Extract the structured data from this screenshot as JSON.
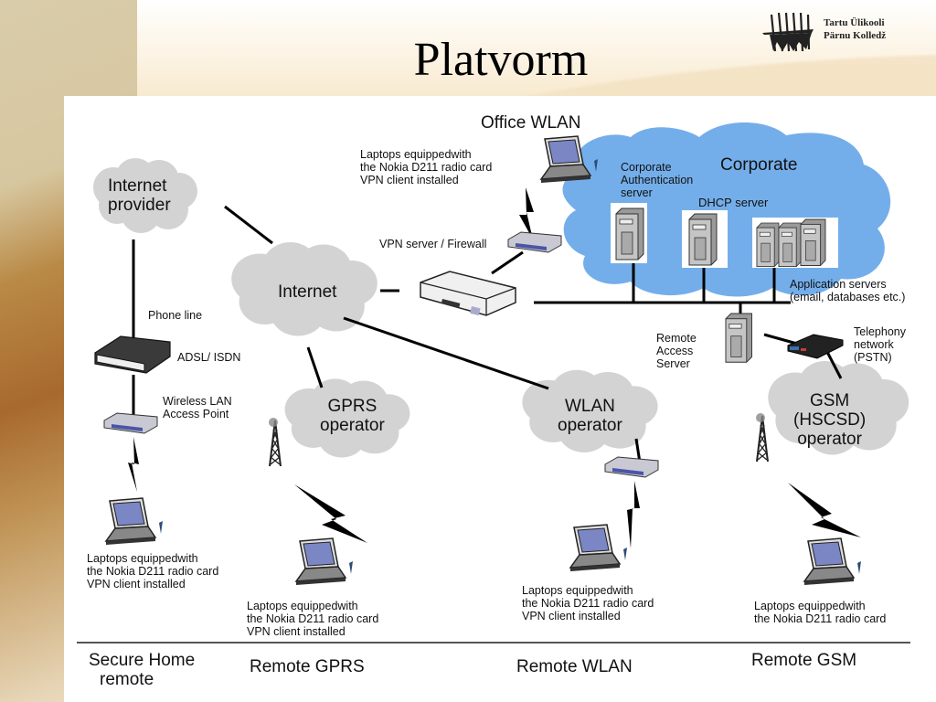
{
  "slide": {
    "title": "Platvorm",
    "logo": {
      "line1": "Tartu Ülikooli",
      "line2": "Pärnu Kolledž",
      "icon": "university-logo-icon"
    }
  },
  "diagram": {
    "clouds": {
      "internet_provider": [
        "Internet",
        "provider"
      ],
      "internet": "Internet",
      "gprs": [
        "GPRS",
        "operator"
      ],
      "wlan": [
        "WLAN",
        "operator"
      ],
      "gsm": [
        "GSM",
        "(HSCSD)",
        "operator"
      ],
      "corporate": "Corporate"
    },
    "colors": {
      "cloud_gray": "#d3d3d3",
      "cloud_blue": "#74aeea",
      "line": "#000000",
      "router_blue": "#4a55a8"
    },
    "labels": {
      "office_wlan": "Office WLAN",
      "office_laptops": [
        "Laptops equippedwith",
        "the Nokia D211 radio card",
        "VPN client installed"
      ],
      "vpn_server": "VPN server / Firewall",
      "corp_auth": [
        "Corporate",
        "Authentication",
        "server"
      ],
      "dhcp": "DHCP server",
      "app_servers": [
        "Application servers",
        "(email, databases etc.)"
      ],
      "remote_access": [
        "Remote",
        "Access",
        "Server"
      ],
      "telephony": [
        "Telephony",
        "network",
        "(PSTN)"
      ],
      "phone_line": "Phone line",
      "adsl": "ADSL/ ISDN",
      "wlan_ap": [
        "Wireless LAN",
        "Access Point"
      ],
      "home_laptops": [
        "Laptops equippedwith",
        "the Nokia D211 radio card",
        "VPN client installed"
      ],
      "gprs_laptops": [
        "Laptops equippedwith",
        "the Nokia D211 radio card",
        "VPN client installed"
      ],
      "wlan_laptops": [
        "Laptops equippedwith",
        "the Nokia D211 radio card",
        "VPN client installed"
      ],
      "gsm_laptops": [
        "Laptops equippedwith",
        "the Nokia D211 radio card"
      ]
    },
    "footer": {
      "home": [
        "Secure Home",
        "remote"
      ],
      "gprs": "Remote GPRS",
      "wlan": "Remote WLAN",
      "gsm": "Remote GSM"
    }
  }
}
